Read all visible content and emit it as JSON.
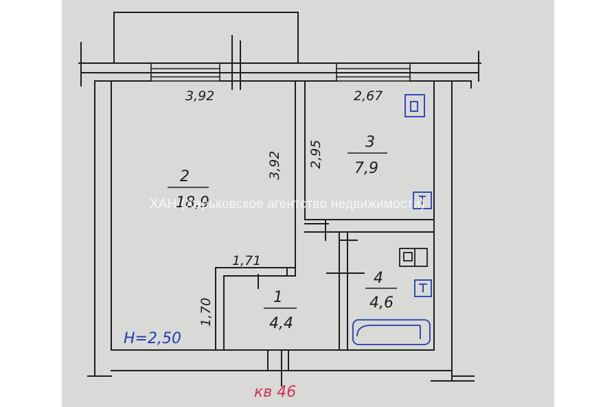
{
  "plan": {
    "dimensions": {
      "room2_width": "3,92",
      "room3_width": "2,67",
      "room2_depth": "3,92",
      "room3_depth": "2,95",
      "hall_width": "1,71",
      "hall_depth": "1,70"
    },
    "rooms": [
      {
        "number": "2",
        "area": "18,9"
      },
      {
        "number": "3",
        "area": "7,9"
      },
      {
        "number": "1",
        "area": "4,4"
      },
      {
        "number": "4",
        "area": "4,6"
      }
    ],
    "ceiling_height": "H=2,50",
    "apartment_label": "кв 46",
    "watermark": "ХАН (Харьковское агентство недвижимости)",
    "colors": {
      "ink": "#1c1c1c",
      "blue_ink": "#1f3db0",
      "red_ink": "#d0305a",
      "paper": "#d9d9d7"
    }
  }
}
